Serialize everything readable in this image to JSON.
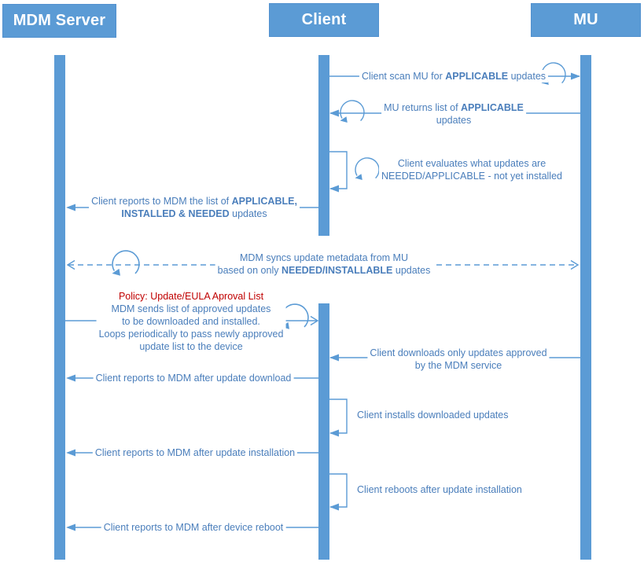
{
  "actors": {
    "mdm": "MDM Server",
    "client": "Client",
    "mu": "MU"
  },
  "colors": {
    "accent": "#5B9BD5",
    "message_text": "#4A7EBB",
    "policy_red": "#C00000"
  },
  "messages": {
    "scan": {
      "pre": "Client scan MU for ",
      "bold": "APPLICABLE",
      "post": " updates"
    },
    "returns": {
      "line1_pre": "MU returns list of ",
      "line1_bold": "APPLICABLE",
      "line2": "updates"
    },
    "evaluate": {
      "line1": "Client evaluates what updates are",
      "line2": "NEEDED/APPLICABLE - not yet installed"
    },
    "report_list": {
      "line1_pre": "Client reports to MDM the list of ",
      "line1_bold": "APPLICABLE,",
      "line2_bold": "INSTALLED & NEEDED",
      "line2_post": " updates"
    },
    "sync": {
      "line1": "MDM syncs update metadata from MU",
      "line2_pre": "based on only ",
      "line2_bold": "NEEDED/INSTALLABLE",
      "line2_post": " updates"
    },
    "policy": {
      "title": "Policy: Update/EULA Aproval List",
      "line1": "MDM sends list of approved updates",
      "line2": "to be downloaded and installed.",
      "line3": "Loops periodically to pass newly approved",
      "line4": "update list to the device"
    },
    "download": {
      "line1": "Client downloads only updates approved",
      "line2": "by the MDM service"
    },
    "report_download": "Client reports to MDM after update download",
    "install": "Client installs downloaded updates",
    "report_install": "Client reports to MDM after update installation",
    "reboot": "Client reboots after update installation",
    "report_reboot": "Client reports to MDM after device reboot"
  }
}
